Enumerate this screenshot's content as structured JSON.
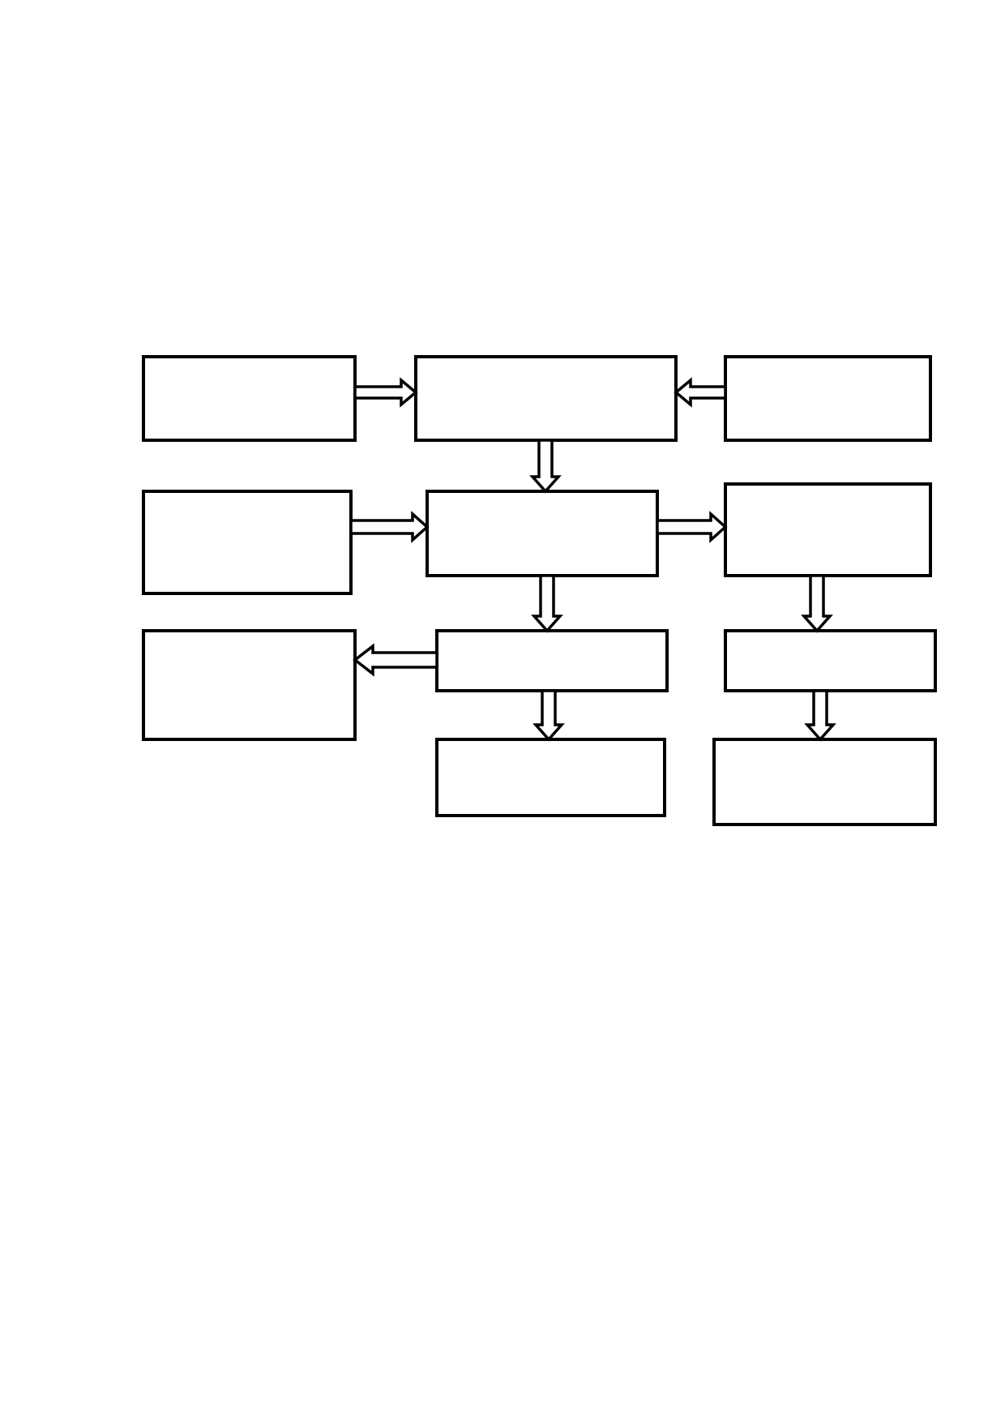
{
  "diagram": {
    "type": "flowchart",
    "nodes": [
      {
        "id": "row1-left",
        "label": ""
      },
      {
        "id": "row1-center",
        "label": ""
      },
      {
        "id": "row1-right",
        "label": ""
      },
      {
        "id": "row2-left",
        "label": ""
      },
      {
        "id": "row2-center",
        "label": ""
      },
      {
        "id": "row2-right",
        "label": ""
      },
      {
        "id": "row3-left",
        "label": ""
      },
      {
        "id": "row3-center",
        "label": ""
      },
      {
        "id": "row3-right",
        "label": ""
      },
      {
        "id": "row4-center",
        "label": ""
      },
      {
        "id": "row4-right",
        "label": ""
      }
    ],
    "edges": [
      {
        "from": "row1-left",
        "to": "row1-center",
        "style": "hollow-block-arrow"
      },
      {
        "from": "row1-right",
        "to": "row1-center",
        "style": "hollow-block-arrow"
      },
      {
        "from": "row1-center",
        "to": "row2-center",
        "style": "hollow-block-arrow"
      },
      {
        "from": "row2-left",
        "to": "row2-center",
        "style": "hollow-block-arrow"
      },
      {
        "from": "row2-center",
        "to": "row2-right",
        "style": "hollow-block-arrow"
      },
      {
        "from": "row2-center",
        "to": "row3-center",
        "style": "hollow-block-arrow"
      },
      {
        "from": "row2-right",
        "to": "row3-right",
        "style": "hollow-block-arrow"
      },
      {
        "from": "row3-center",
        "to": "row3-left",
        "style": "hollow-block-arrow"
      },
      {
        "from": "row3-center",
        "to": "row4-center",
        "style": "hollow-block-arrow"
      },
      {
        "from": "row3-right",
        "to": "row4-right",
        "style": "hollow-block-arrow"
      }
    ],
    "colors": {
      "stroke": "#000000",
      "fill": "#ffffff",
      "background": "#ffffff"
    }
  }
}
